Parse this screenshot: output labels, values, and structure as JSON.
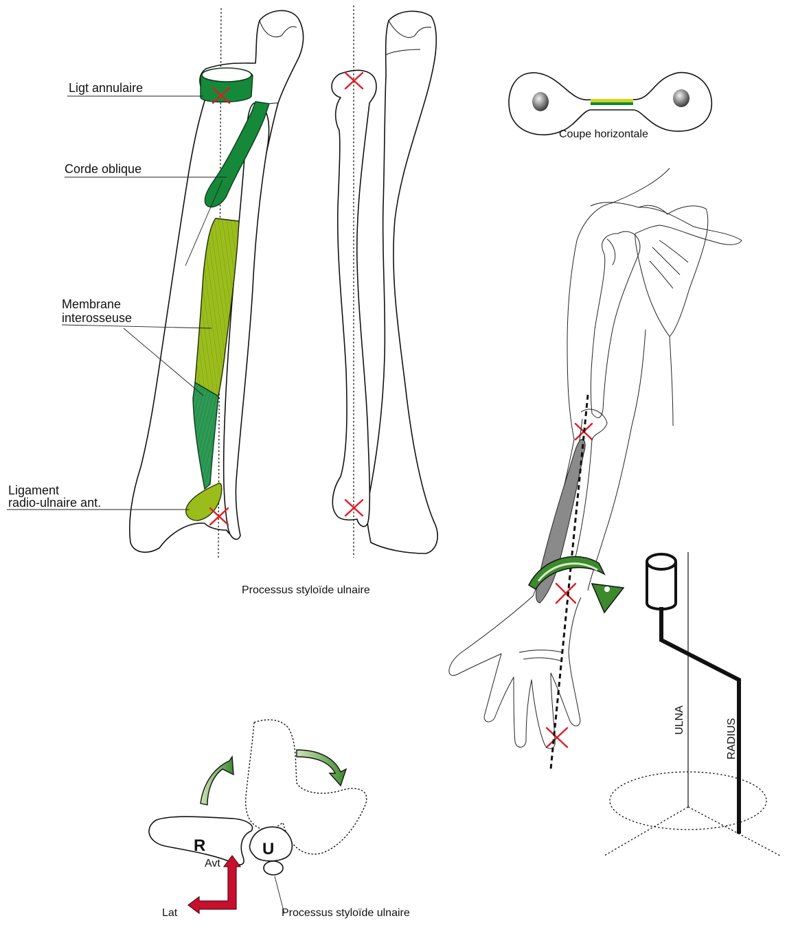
{
  "labels": {
    "ligt_annulaire": "Ligt annulaire",
    "corde_oblique": "Corde oblique",
    "membrane_line1": "Membrane",
    "membrane_line2": "interosseuse",
    "ligament_line1": "Ligament",
    "ligament_line2": "radio-ulnaire ant.",
    "processus_center": "Processus styloïde ulnaire",
    "coupe_horizontale": "Coupe horizontale",
    "ulna": "ULNA",
    "radius": "RADIUS",
    "r_letter": "R",
    "u_letter": "U",
    "avt": "Avt",
    "lat": "Lat",
    "processus_bottom": "Processus styloïde ulnaire"
  },
  "colors": {
    "ligament_green": "#16883a",
    "membrane_yellow_green": "#9bbd1c",
    "membrane_lower_green": "#2e9a55",
    "rotation_arrow_green": "#3c8a2e",
    "cross_red": "#e21a24",
    "axis_arrow_red": "#c8102e",
    "radius_gray": "#8a8a8a"
  },
  "icons": {
    "pivot_marker": "red-cross-icon",
    "rotation": "curved-arrow-icon",
    "orientation": "axis-arrows-icon"
  }
}
